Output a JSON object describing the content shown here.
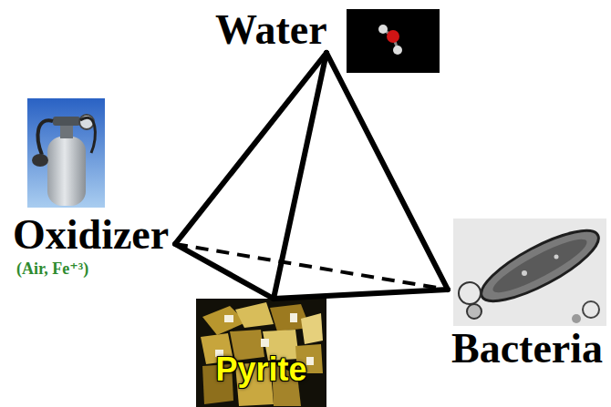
{
  "diagram": {
    "nodes": [
      {
        "text": [
          "Water"
        ]
      },
      {
        "text": [
          "Oxidizer",
          "(Air, Fe⁺³)"
        ]
      },
      {
        "text": [
          "Pyrite"
        ]
      },
      {
        "text": [
          "Bacteria"
        ]
      }
    ],
    "edges": [
      {
        "from": 0,
        "to": 1,
        "arrow": "none"
      },
      {
        "from": 0,
        "to": 2,
        "arrow": "none"
      },
      {
        "from": 0,
        "to": 3,
        "arrow": "none"
      },
      {
        "from": 1,
        "to": 2,
        "arrow": "none"
      },
      {
        "from": 2,
        "to": 3,
        "arrow": "none"
      },
      {
        "from": 1,
        "to": 3,
        "arrow": "none"
      }
    ]
  }
}
